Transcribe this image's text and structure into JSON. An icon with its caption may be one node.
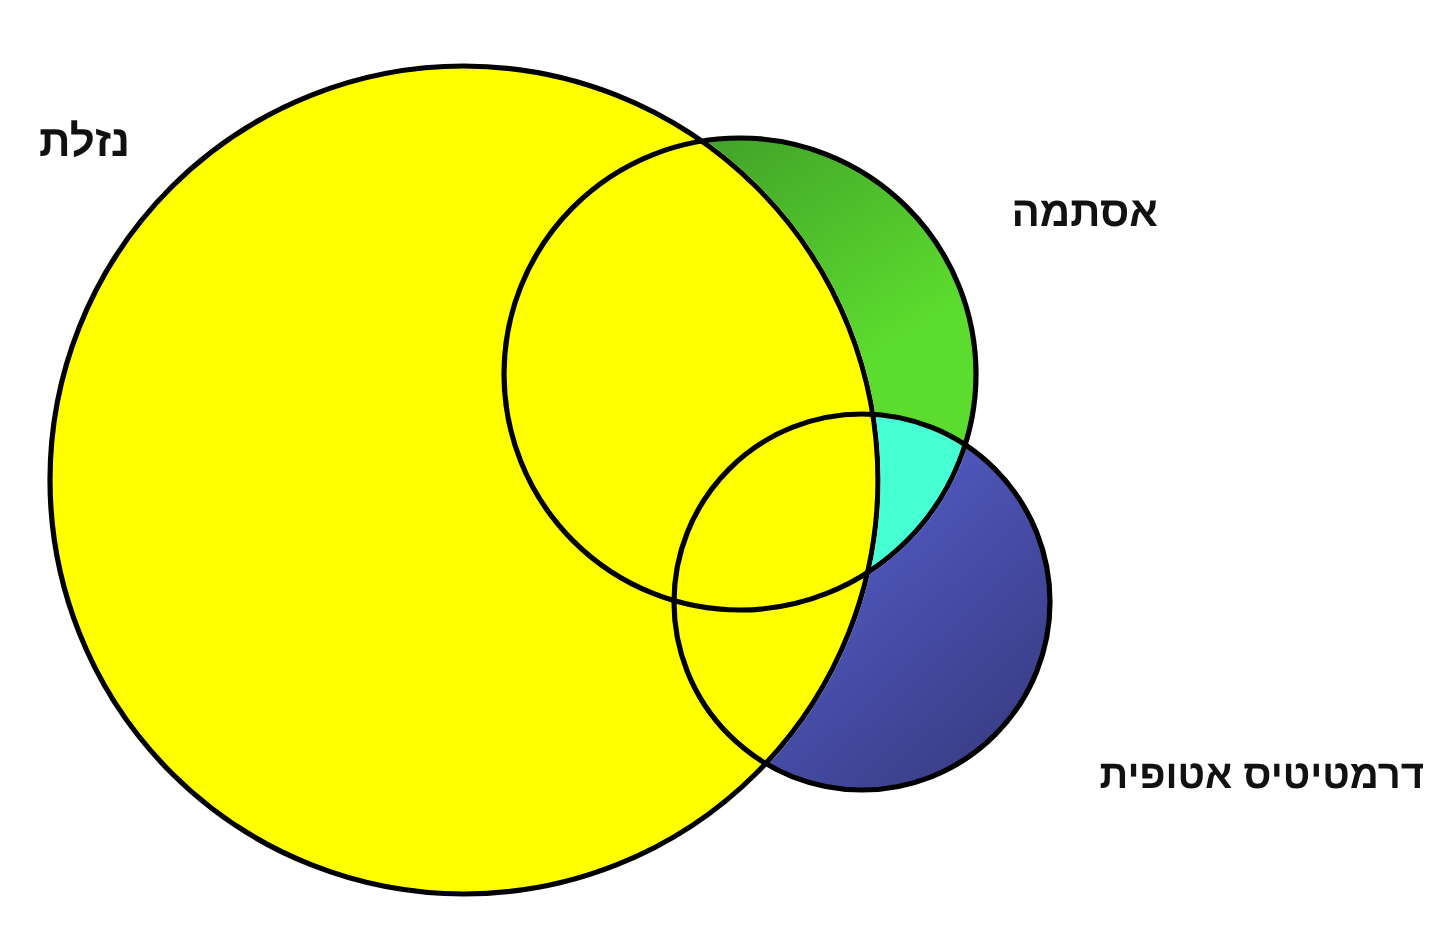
{
  "diagram": {
    "nodes": [
      {
        "text": [
          "נזלת"
        ]
      },
      {
        "text": [
          "אסתמה"
        ]
      },
      {
        "text": [
          "דרמטיטיס אטופית"
        ]
      }
    ]
  }
}
